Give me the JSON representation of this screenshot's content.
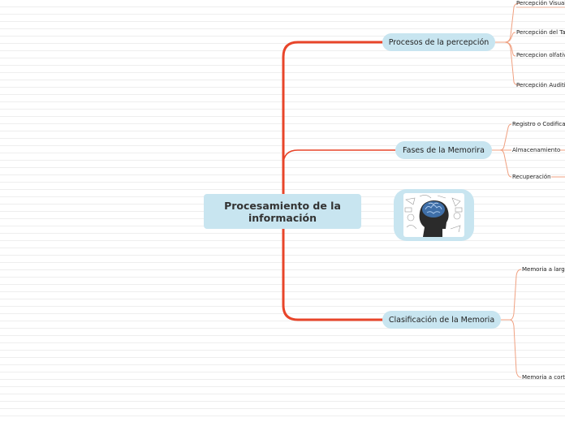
{
  "central": {
    "label": "Procesamiento de la información"
  },
  "branches": {
    "procesos": {
      "label": "Procesos de la percepción",
      "leaves": [
        "Percepción Visual",
        "Percepción del Tacto",
        "Percepcion olfativa",
        "Percepción Auditiva"
      ]
    },
    "fases": {
      "label": "Fases de la Memorira",
      "leaves": [
        "Registro o Codificación",
        "Almacenamiento",
        "Recuperación"
      ]
    },
    "clasificacion": {
      "label": "Clasificación de la Memoria",
      "leaves": [
        "Memoria a largo plazo",
        "Memoria a corto plazo"
      ]
    }
  },
  "image": {
    "icon": "brain-head-icon"
  },
  "colors": {
    "trunk": "#e8452a",
    "link": "#f0a080",
    "node": "#c8e5f0"
  }
}
